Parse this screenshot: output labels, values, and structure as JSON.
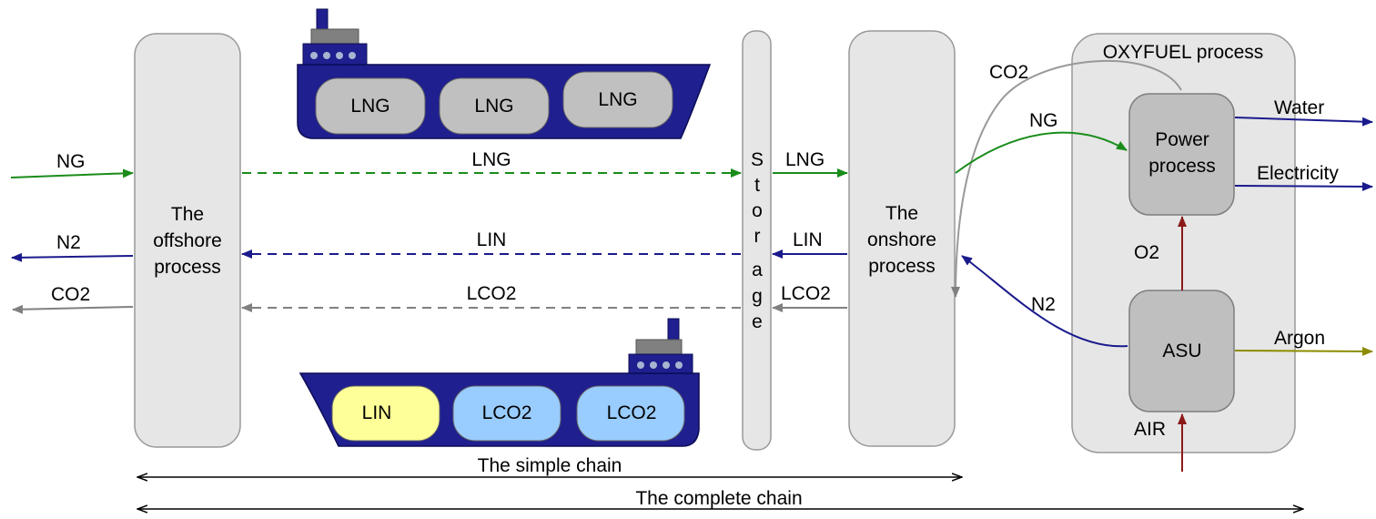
{
  "nodes": {
    "offshore": "The offshore process",
    "offshore_lines": [
      "The",
      "offshore",
      "process"
    ],
    "storage_letters": [
      "S",
      "t",
      "o",
      "r",
      "a",
      "g",
      "e"
    ],
    "onshore_lines": [
      "The",
      "onshore",
      "process"
    ],
    "oxyfuel": "OXYFUEL process",
    "power_lines": [
      "Power",
      "process"
    ],
    "asu": "ASU"
  },
  "ship_top": {
    "tanks": [
      "LNG",
      "LNG",
      "LNG"
    ]
  },
  "ship_bottom": {
    "tanks": [
      "LIN",
      "LCO2",
      "LCO2"
    ]
  },
  "flows": {
    "ng_in": "NG",
    "n2_out": "N2",
    "co2_out": "CO2",
    "lng_ship": "LNG",
    "lin_ship": "LIN",
    "lco2_ship": "LCO2",
    "lng_onshore": "LNG",
    "lin_onshore": "LIN",
    "lco2_onshore": "LCO2",
    "co2_return": "CO2",
    "ng_power": "NG",
    "n2_asu": "N2",
    "o2": "O2",
    "air": "AIR",
    "water": "Water",
    "electricity": "Electricity",
    "argon": "Argon"
  },
  "chains": {
    "simple": "The simple chain",
    "complete": "The complete chain"
  },
  "colors": {
    "ng": "#1a8c1a",
    "n2": "#1a1a8c",
    "co2": "#808080",
    "o2": "#8c1a1a",
    "argon": "#8c8c00",
    "tank_lng": "#c0c0c0",
    "tank_lin": "#ffff99",
    "tank_lco2": "#99ccff",
    "hull": "#1f1f8f"
  }
}
